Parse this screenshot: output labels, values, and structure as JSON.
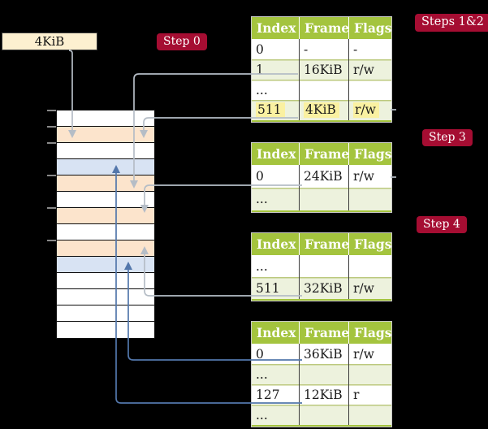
{
  "colors": {
    "accent_red": "#a50d32",
    "header_green": "#a4c43e",
    "pale_green": "#edf2dd",
    "peach": "#fce4cc",
    "blue": "#d8e3f3",
    "wheat": "#fdf0d0",
    "yellow_hl": "#faf1a1",
    "gray_line": "#b5bdc6",
    "blue_line": "#5377ab",
    "tick_gray": "#8a8a8a",
    "border_gray": "#c8c8c8"
  },
  "frame_box": {
    "label": "4KiB"
  },
  "badges": {
    "step0": "Step 0",
    "steps_1_2": "Steps 1&2",
    "step3": "Step 3",
    "step4": "Step 4"
  },
  "memory": {
    "rows": [
      "white",
      "peach",
      "white",
      "blue",
      "peach",
      "white",
      "peach",
      "white",
      "peach",
      "blue",
      "white",
      "white",
      "white",
      "white"
    ]
  },
  "tables": [
    {
      "headers": [
        "Index",
        "Frame",
        "Flags"
      ],
      "rows": [
        {
          "index": "0",
          "frame": "-",
          "flags": "-"
        },
        {
          "index": "1",
          "frame": "16KiB",
          "flags": "r/w"
        },
        {
          "index": "...",
          "frame": "",
          "flags": ""
        },
        {
          "index": "511",
          "frame": "4KiB",
          "flags": "r/w"
        }
      ]
    },
    {
      "headers": [
        "Index",
        "Frame",
        "Flags"
      ],
      "rows": [
        {
          "index": "0",
          "frame": "24KiB",
          "flags": "r/w"
        },
        {
          "index": "...",
          "frame": "",
          "flags": ""
        }
      ]
    },
    {
      "headers": [
        "Index",
        "Frame",
        "Flags"
      ],
      "rows": [
        {
          "index": "...",
          "frame": "",
          "flags": ""
        },
        {
          "index": "511",
          "frame": "32KiB",
          "flags": "r/w"
        }
      ]
    },
    {
      "headers": [
        "Index",
        "Frame",
        "Flags"
      ],
      "rows": [
        {
          "index": "0",
          "frame": "36KiB",
          "flags": "r/w"
        },
        {
          "index": "...",
          "frame": "",
          "flags": ""
        },
        {
          "index": "127",
          "frame": "12KiB",
          "flags": "r"
        },
        {
          "index": "...",
          "frame": "",
          "flags": ""
        }
      ]
    }
  ]
}
